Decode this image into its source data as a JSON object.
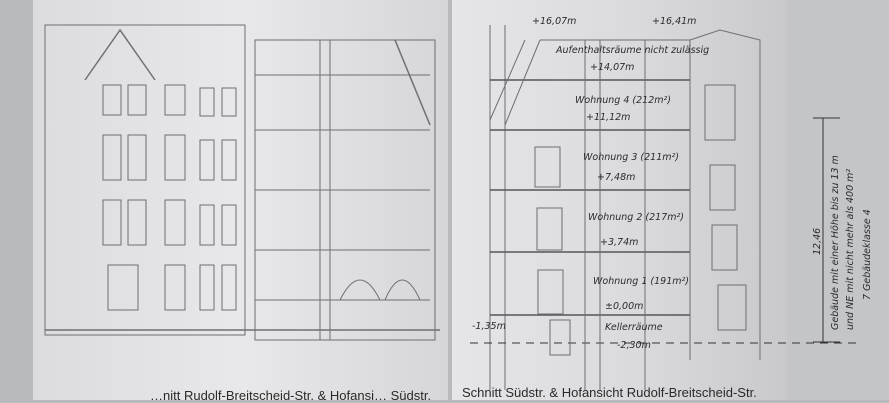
{
  "right_sheet": {
    "caption": "Schnitt Südstr. & Hofansicht Rudolf-Breitscheid-Str.",
    "levels": [
      {
        "label": "+16,07m"
      },
      {
        "label": "+16,41m"
      },
      {
        "label": "Aufenthaltsräume nicht zulässig"
      },
      {
        "label": "+14,07m"
      },
      {
        "label": "Wohnung 4 (212m²)"
      },
      {
        "label": "+11,12m"
      },
      {
        "label": "Wohnung 3 (211m²)"
      },
      {
        "label": "+7,48m"
      },
      {
        "label": "Wohnung 2 (217m²)"
      },
      {
        "label": "+3,74m"
      },
      {
        "label": "Wohnung 1 (191m²)"
      },
      {
        "label": "±0,00m"
      },
      {
        "label": "-1,35m"
      },
      {
        "label": "Kellerräume"
      },
      {
        "label": "-2,30m"
      }
    ]
  },
  "left_sheet": {
    "caption": "…nitt Rudolf-Breitscheid-Str. & Hofansi… Südstr."
  },
  "margin_note": {
    "dimension": "12,46",
    "line1": "Gebäude mit einer Höhe bis zu 13 m",
    "line2": "und NE mit nicht mehr als 400 m²",
    "line3": "7 Gebäudeklasse 4"
  }
}
